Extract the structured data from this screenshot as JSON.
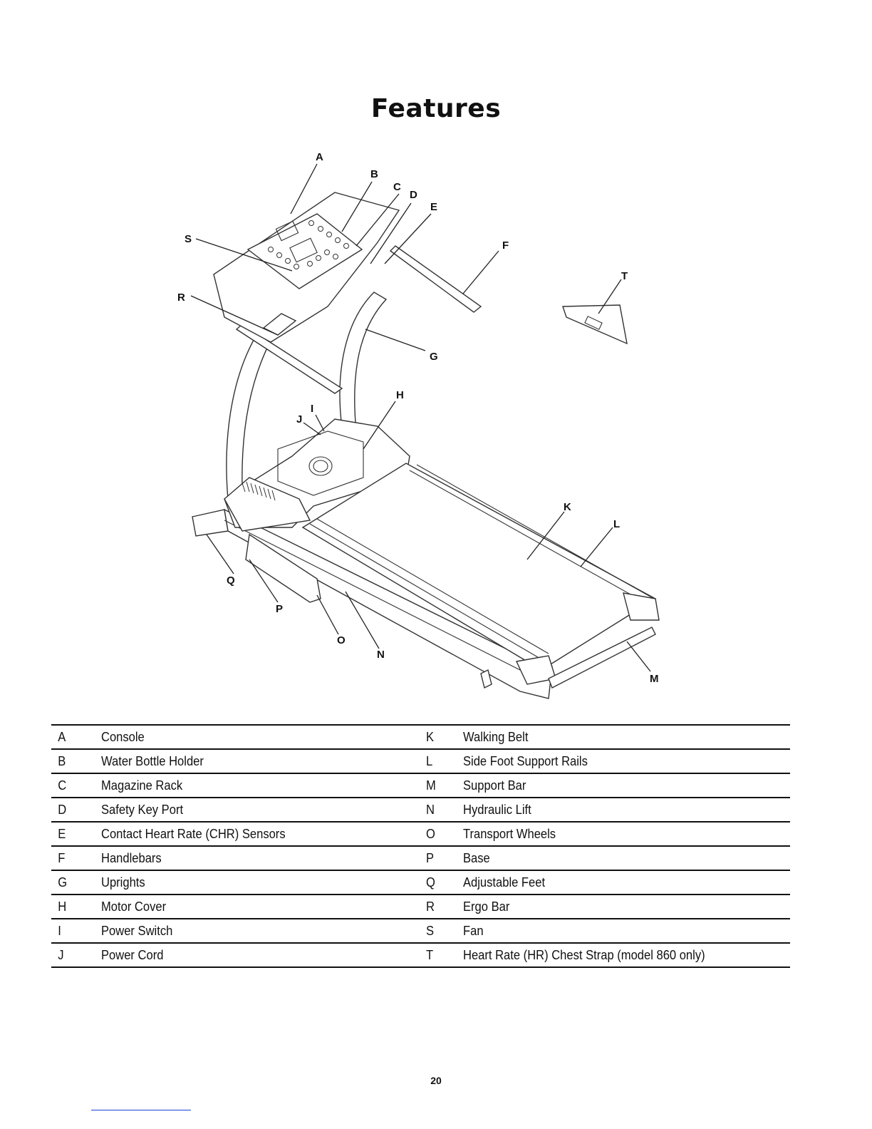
{
  "page": {
    "title": "Features",
    "page_number": "20"
  },
  "callouts": [
    "A",
    "B",
    "C",
    "D",
    "E",
    "F",
    "G",
    "H",
    "I",
    "J",
    "K",
    "L",
    "M",
    "N",
    "O",
    "P",
    "Q",
    "R",
    "S",
    "T"
  ],
  "legend": [
    {
      "left_key": "A",
      "left_label": "Console",
      "right_key": "K",
      "right_label": "Walking Belt"
    },
    {
      "left_key": "B",
      "left_label": "Water Bottle Holder",
      "right_key": "L",
      "right_label": "Side Foot Support Rails"
    },
    {
      "left_key": "C",
      "left_label": "Magazine Rack",
      "right_key": "M",
      "right_label": "Support Bar"
    },
    {
      "left_key": "D",
      "left_label": "Safety Key Port",
      "right_key": "N",
      "right_label": "Hydraulic Lift"
    },
    {
      "left_key": "E",
      "left_label": "Contact Heart Rate (CHR) Sensors",
      "right_key": "O",
      "right_label": "Transport Wheels"
    },
    {
      "left_key": "F",
      "left_label": "Handlebars",
      "right_key": "P",
      "right_label": "Base"
    },
    {
      "left_key": "G",
      "left_label": "Uprights",
      "right_key": "Q",
      "right_label": "Adjustable Feet"
    },
    {
      "left_key": "H",
      "left_label": "Motor Cover",
      "right_key": "R",
      "right_label": "Ergo Bar"
    },
    {
      "left_key": "I",
      "left_label": "Power Switch",
      "right_key": "S",
      "right_label": "Fan"
    },
    {
      "left_key": "J",
      "left_label": "Power Cord",
      "right_key": "T",
      "right_label": "Heart Rate (HR) Chest Strap (model 860 only)"
    }
  ]
}
